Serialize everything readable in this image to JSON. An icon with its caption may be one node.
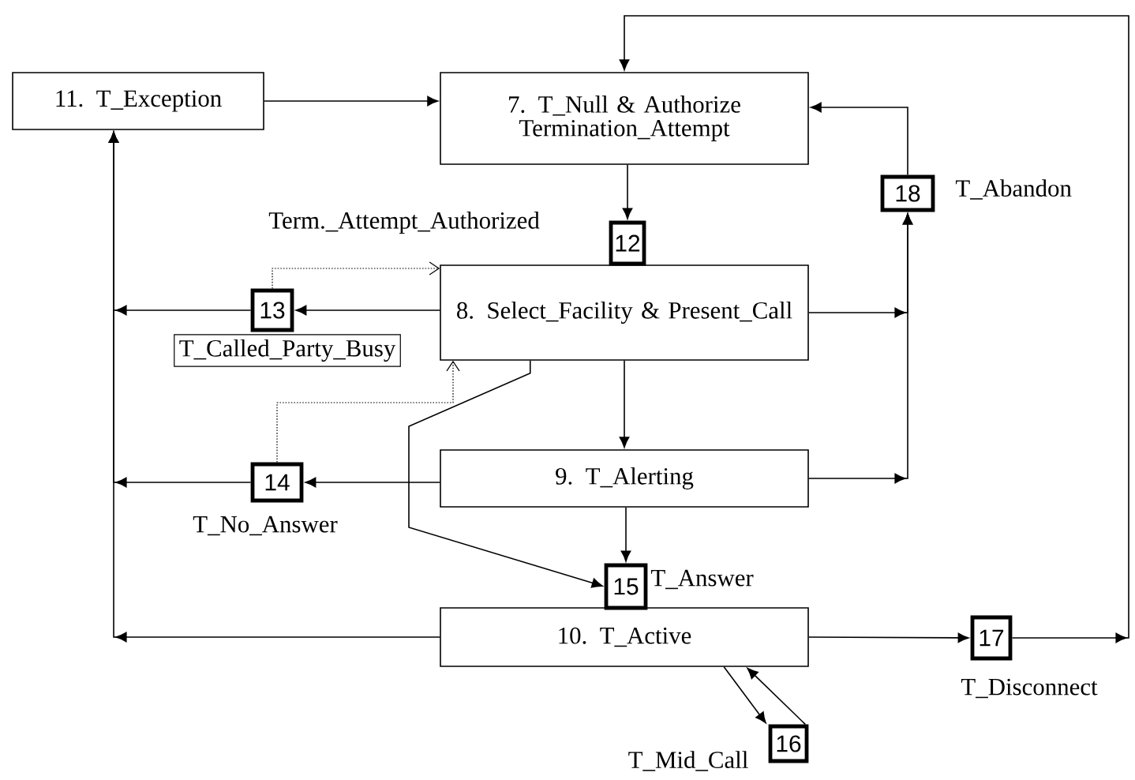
{
  "diagram": {
    "nodes": [
      {
        "text": [
          "11. T_Exception"
        ]
      },
      {
        "text": [
          "7.  T_Null & Authorize Termination_Attempt"
        ]
      },
      {
        "text": [
          "8.  Select_Facility & Present_Call"
        ]
      },
      {
        "text": [
          "9. T_Alerting"
        ]
      },
      {
        "text": [
          "10. T_Active"
        ]
      },
      {
        "text": [
          "12"
        ]
      },
      {
        "text": [
          "13"
        ],
        "beside": [
          "T_Called_Party_Busy"
        ]
      },
      {
        "text": [
          "14"
        ],
        "beside": [
          "T_No_Answer"
        ]
      },
      {
        "text": [
          "15"
        ],
        "beside": [
          "T_Answer"
        ]
      },
      {
        "text": [
          "16"
        ],
        "beside": [
          "T_Mid_Call"
        ]
      },
      {
        "text": [
          "17"
        ],
        "beside": [
          "T_Disconnect"
        ]
      },
      {
        "text": [
          "18"
        ],
        "beside": [
          "T_Abandon"
        ]
      }
    ],
    "edges": [
      {
        "from": 0,
        "to": 1,
        "arrow": "to"
      },
      {
        "from": 1,
        "to": 5,
        "arrow": "to"
      },
      {
        "from": 2,
        "to": 6,
        "arrow": "to"
      },
      {
        "from": 6,
        "to": 0,
        "arrow": "to"
      },
      {
        "from": 3,
        "to": 7,
        "arrow": "to"
      },
      {
        "from": 7,
        "to": 0,
        "arrow": "to"
      },
      {
        "from": 4,
        "to": 0,
        "arrow": "to"
      },
      {
        "from": 2,
        "to": 11,
        "arrow": "to"
      },
      {
        "from": 3,
        "to": 11,
        "arrow": "to"
      },
      {
        "from": 11,
        "to": 1,
        "arrow": "to"
      },
      {
        "from": 2,
        "to": 3,
        "arrow": "to"
      },
      {
        "from": 3,
        "to": 8,
        "arrow": "to"
      },
      {
        "from": 2,
        "to": 8,
        "arrow": "to"
      },
      {
        "from": 4,
        "to": 10,
        "arrow": "to"
      },
      {
        "from": 10,
        "to": 1,
        "arrow": "to"
      },
      {
        "from": 4,
        "to": 9,
        "arrow": "to"
      },
      {
        "from": 9,
        "to": 4,
        "arrow": "to"
      },
      {
        "from": 6,
        "to": 2,
        "arrow": "to",
        "style": "dashed"
      },
      {
        "from": 7,
        "to": 2,
        "arrow": "to",
        "style": "dashed"
      }
    ],
    "labels": [
      "Term._Attempt_Authorized"
    ]
  }
}
